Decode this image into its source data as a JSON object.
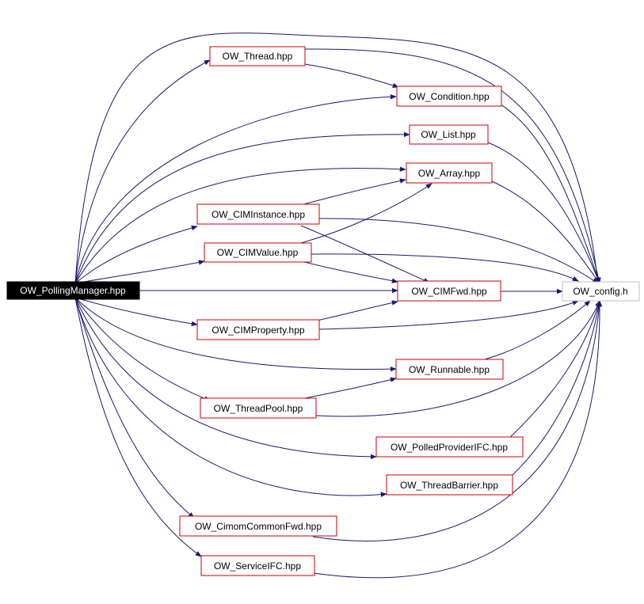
{
  "graph": {
    "root": {
      "id": "root",
      "label": "OW_PollingManager.hpp"
    },
    "nodes": [
      {
        "id": "thread",
        "label": "OW_Thread.hpp"
      },
      {
        "id": "condition",
        "label": "OW_Condition.hpp"
      },
      {
        "id": "list",
        "label": "OW_List.hpp"
      },
      {
        "id": "array",
        "label": "OW_Array.hpp"
      },
      {
        "id": "ciminstance",
        "label": "OW_CIMInstance.hpp"
      },
      {
        "id": "cimvalue",
        "label": "OW_CIMValue.hpp"
      },
      {
        "id": "cimfwd",
        "label": "OW_CIMFwd.hpp"
      },
      {
        "id": "config",
        "label": "OW_config.h"
      },
      {
        "id": "cimproperty",
        "label": "OW_CIMProperty.hpp"
      },
      {
        "id": "runnable",
        "label": "OW_Runnable.hpp"
      },
      {
        "id": "threadpool",
        "label": "OW_ThreadPool.hpp"
      },
      {
        "id": "polledprovider",
        "label": "OW_PolledProviderIFC.hpp"
      },
      {
        "id": "threadbarrier",
        "label": "OW_ThreadBarrier.hpp"
      },
      {
        "id": "cimomcommon",
        "label": "OW_CimomCommonFwd.hpp"
      },
      {
        "id": "serviceifc",
        "label": "OW_ServiceIFC.hpp"
      }
    ],
    "edges": [
      [
        "root",
        "thread"
      ],
      [
        "root",
        "condition"
      ],
      [
        "root",
        "list"
      ],
      [
        "root",
        "array"
      ],
      [
        "root",
        "ciminstance"
      ],
      [
        "root",
        "cimvalue"
      ],
      [
        "root",
        "cimfwd"
      ],
      [
        "root",
        "config"
      ],
      [
        "root",
        "cimproperty"
      ],
      [
        "root",
        "runnable"
      ],
      [
        "root",
        "threadpool"
      ],
      [
        "root",
        "polledprovider"
      ],
      [
        "root",
        "threadbarrier"
      ],
      [
        "root",
        "cimomcommon"
      ],
      [
        "root",
        "serviceifc"
      ],
      [
        "thread",
        "condition"
      ],
      [
        "thread",
        "config"
      ],
      [
        "condition",
        "config"
      ],
      [
        "list",
        "config"
      ],
      [
        "array",
        "config"
      ],
      [
        "ciminstance",
        "array"
      ],
      [
        "ciminstance",
        "cimfwd"
      ],
      [
        "ciminstance",
        "config"
      ],
      [
        "cimvalue",
        "array"
      ],
      [
        "cimvalue",
        "cimfwd"
      ],
      [
        "cimvalue",
        "config"
      ],
      [
        "cimfwd",
        "config"
      ],
      [
        "cimproperty",
        "cimfwd"
      ],
      [
        "cimproperty",
        "config"
      ],
      [
        "runnable",
        "config"
      ],
      [
        "threadpool",
        "runnable"
      ],
      [
        "threadpool",
        "config"
      ],
      [
        "polledprovider",
        "config"
      ],
      [
        "threadbarrier",
        "config"
      ],
      [
        "cimomcommon",
        "config"
      ],
      [
        "serviceifc",
        "config"
      ]
    ],
    "colors": {
      "edge": "#191970",
      "root_fill": "#000000",
      "root_text": "#ffffff",
      "node_border": "#cc0000",
      "leaf_border": "#bfbfbf",
      "node_fill": "#ffffff",
      "node_text": "#000000"
    }
  }
}
